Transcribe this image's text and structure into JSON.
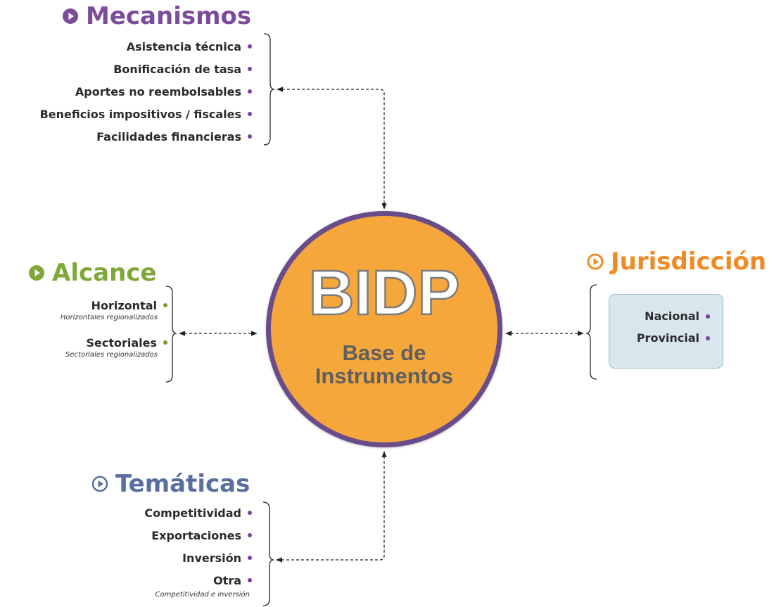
{
  "center": {
    "title": "BIDP",
    "subtitle_line1": "Base de",
    "subtitle_line2": "Instrumentos",
    "fill_color": "#f6a73c",
    "border_color": "#6a4c8a"
  },
  "mecanismos": {
    "title": "Mecanismos",
    "color": "#7b4c9a",
    "icon": "play-circle-icon",
    "items": [
      "Asistencia técnica",
      "Bonificación de tasa",
      "Aportes no reembolsables",
      "Beneficios impositivos / fiscales",
      "Facilidades financieras"
    ]
  },
  "alcance": {
    "title": "Alcance",
    "color": "#7fa838",
    "icon": "play-circle-icon",
    "items": [
      {
        "label": "Horizontal",
        "sub": "Horizontales regionalizados"
      },
      {
        "label": "Sectoriales",
        "sub": "Sectoriales regionalizados"
      }
    ]
  },
  "jurisdiccion": {
    "title": "Jurisdicción",
    "color": "#f08a24",
    "icon": "play-circle-icon",
    "items": [
      "Nacional",
      "Provincial"
    ]
  },
  "tematicas": {
    "title": "Temáticas",
    "color": "#586fa0",
    "icon": "play-circle-icon",
    "items": [
      "Competitividad",
      "Exportaciones",
      "Inversión",
      "Otra"
    ],
    "sub": "Competitividad e inversión"
  },
  "bullet_colors": {
    "purple": "#7b3fa0",
    "green": "#7a9a2e"
  }
}
